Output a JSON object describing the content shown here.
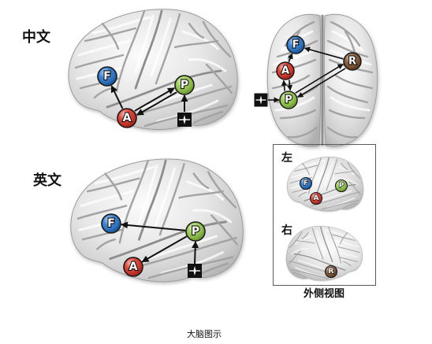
{
  "colors": {
    "F": "#1e6fca",
    "A": "#d8291d",
    "P": "#8dc63f",
    "R": "#7b4a23",
    "stimulus": "#111111",
    "box_border": "#5a5a5a"
  },
  "icons": {
    "stimulus": "sound-wave-icon"
  },
  "chinese": {
    "label": "中文",
    "lateral_view": {
      "nodes": [
        "F",
        "A",
        "P"
      ]
    },
    "dorsal_view": {
      "nodes": [
        "F",
        "R",
        "A",
        "P"
      ]
    }
  },
  "english": {
    "label": "英文",
    "lateral_view": {
      "nodes": [
        "F",
        "P",
        "A"
      ]
    }
  },
  "lateral_box": {
    "left_label": "左",
    "left_nodes": [
      "F",
      "A",
      "P"
    ],
    "right_label": "右",
    "right_nodes": [
      "R"
    ],
    "title": "外侧视图"
  },
  "caption": "大脑图示"
}
